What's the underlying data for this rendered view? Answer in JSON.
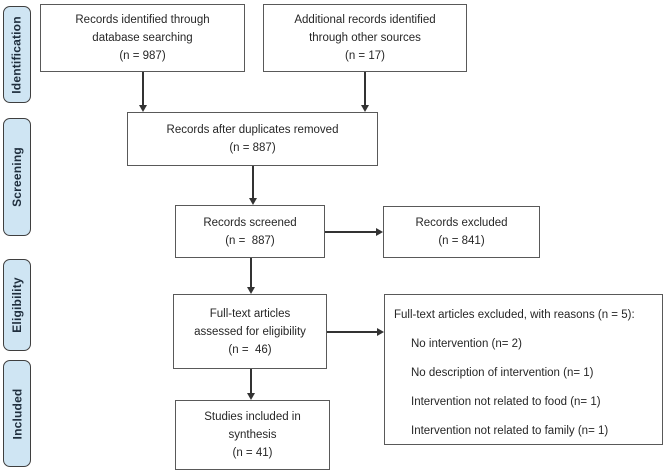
{
  "diagram_type": "PRISMA flow diagram",
  "colors": {
    "sidebar_fill": "#cfe5f3",
    "sidebar_border": "#3f3f3f",
    "sidebar_text": "#1f2e3d",
    "box_border": "#595959",
    "box_text": "#262626",
    "arrow": "#333333"
  },
  "sidebar": {
    "items": [
      {
        "label": "Identification"
      },
      {
        "label": "Screening"
      },
      {
        "label": "Eligibility"
      },
      {
        "label": "Included"
      }
    ]
  },
  "boxes": {
    "db_search": {
      "lines": [
        "Records identified through",
        "database searching",
        "(n = 987)"
      ]
    },
    "other_sources": {
      "lines": [
        "Additional records identified",
        "through other sources",
        "(n = 17)"
      ]
    },
    "duplicates_removed": {
      "lines": [
        "Records after duplicates removed",
        "(n = 887)"
      ]
    },
    "screened": {
      "lines": [
        "Records screened",
        "(n =  887)"
      ]
    },
    "records_excluded": {
      "lines": [
        "Records excluded",
        "(n = 841)"
      ]
    },
    "fulltext_assessed": {
      "lines": [
        "Full-text articles",
        "assessed for eligibility",
        "(n =  46)"
      ]
    },
    "excluded_reasons": {
      "title": "Full-text articles excluded, with reasons (n = 5):",
      "reasons": [
        "No intervention (n= 2)",
        "No description of intervention (n= 1)",
        "Intervention not related to food (n= 1)",
        "Intervention not related to family (n= 1)"
      ]
    },
    "included_synthesis": {
      "lines": [
        "Studies included in",
        "synthesis",
        "(n = 41)"
      ]
    }
  }
}
